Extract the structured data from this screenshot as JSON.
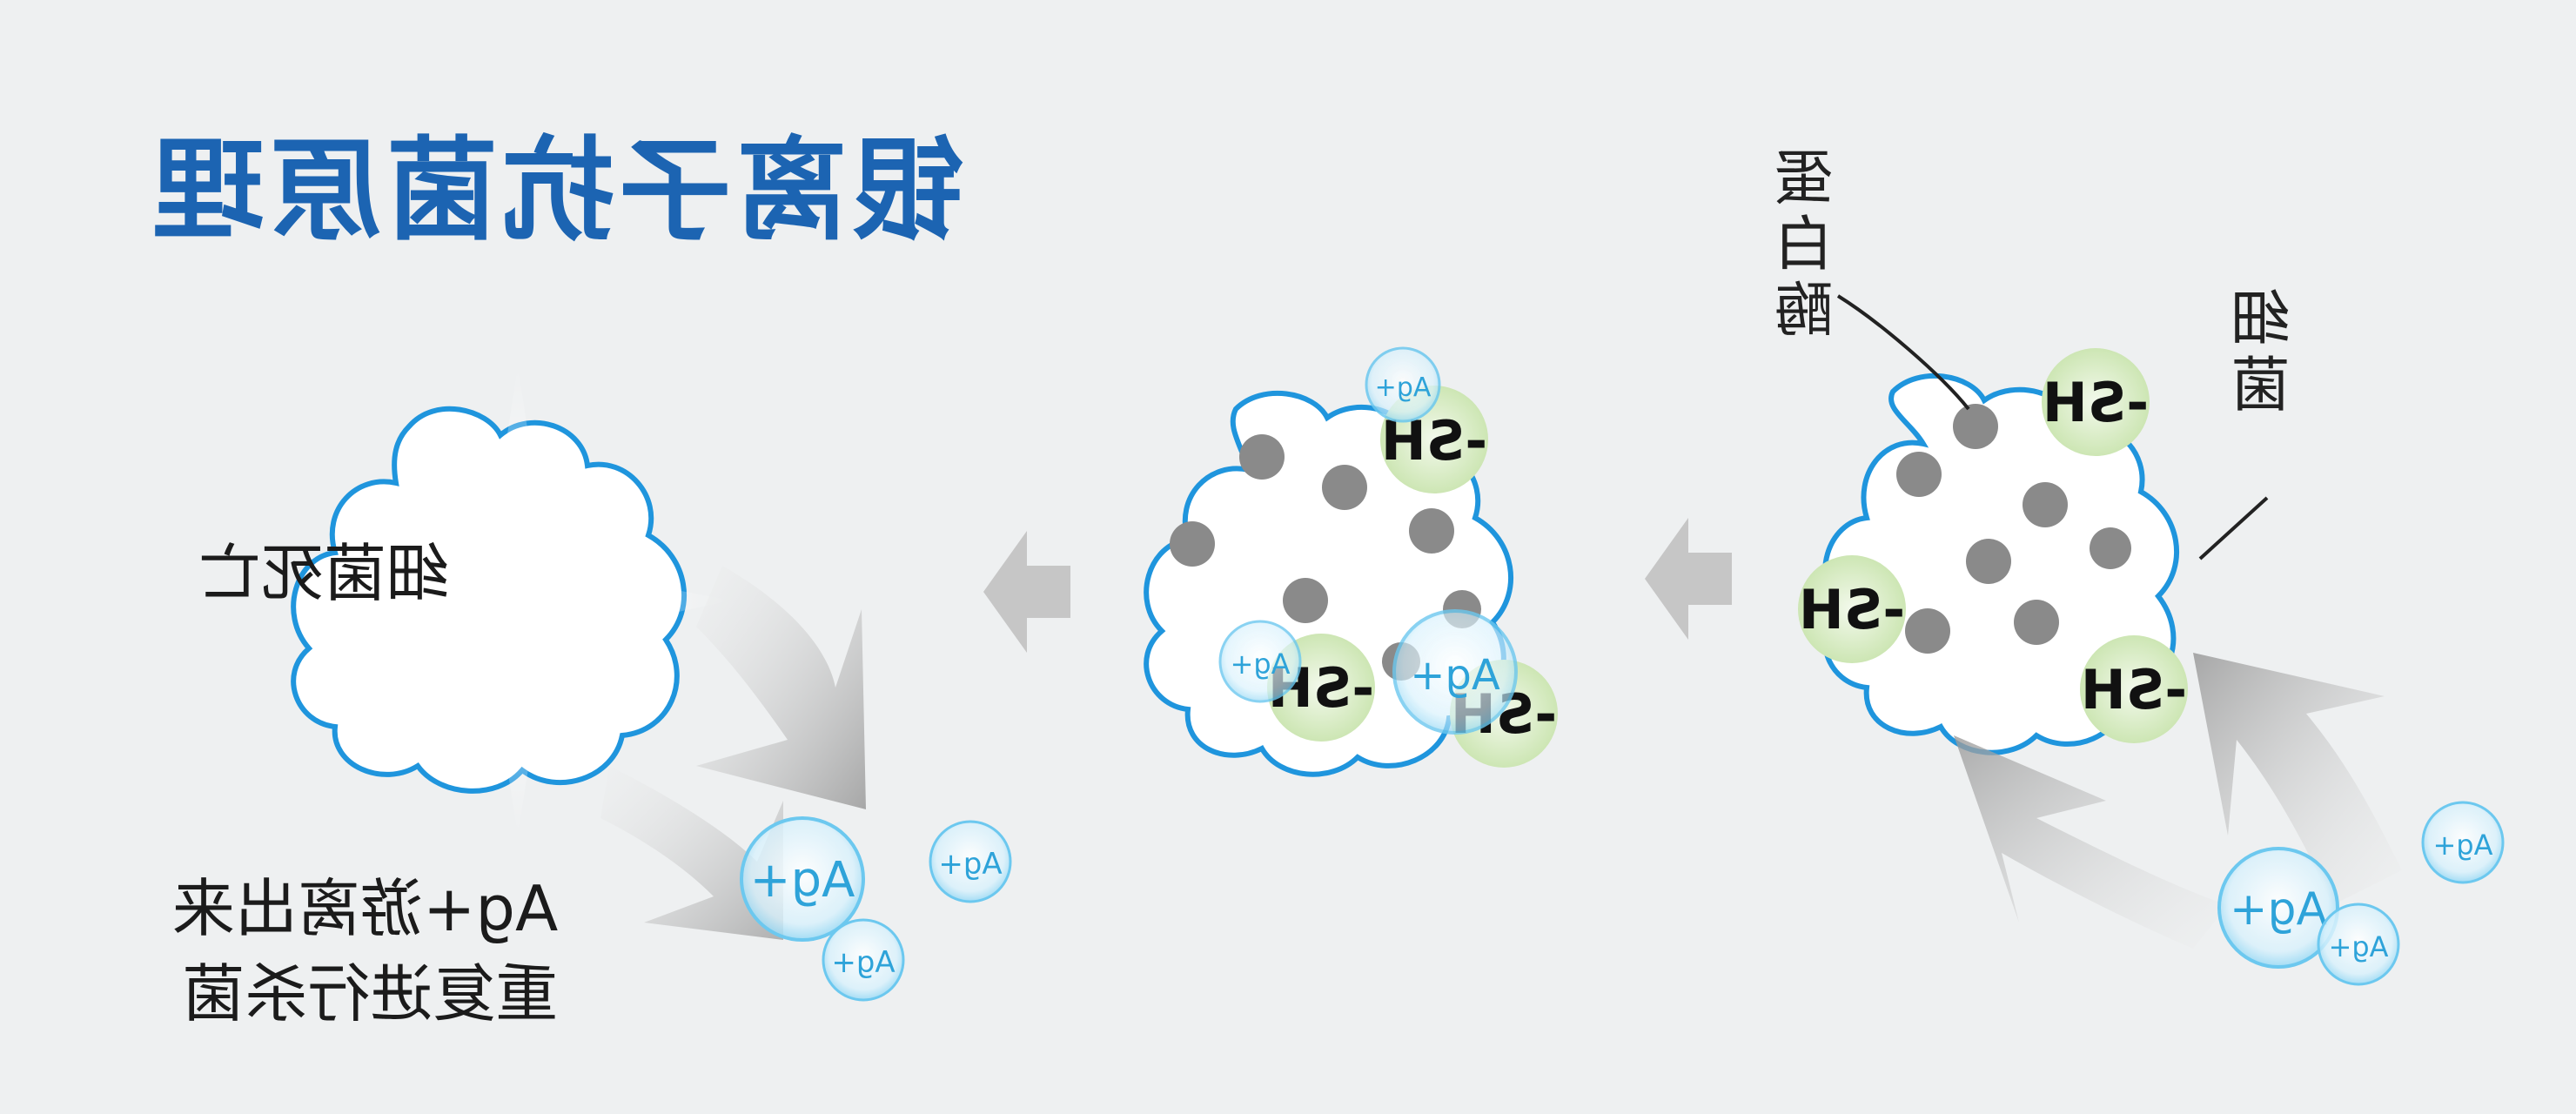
{
  "title": "银离子抗菌原理",
  "labels": {
    "bacteria_death": "细菌死亡",
    "ag_release_line1": "Ag+游离出来",
    "ag_release_line2": "重复进行杀菌",
    "protein_enzyme": "蛋白酶",
    "bacteria": "细菌",
    "sh_group": "-SH",
    "ag_ion": "Ag+"
  },
  "colors": {
    "title": "#1c64b2",
    "cell_outline": "#1f95dd",
    "sh_circle": "#cde6b4",
    "dot": "#8a8a8a",
    "ag_bubble": "#6cc8ef",
    "arrow": "#b4b4b4",
    "background": "#eef0f1"
  }
}
